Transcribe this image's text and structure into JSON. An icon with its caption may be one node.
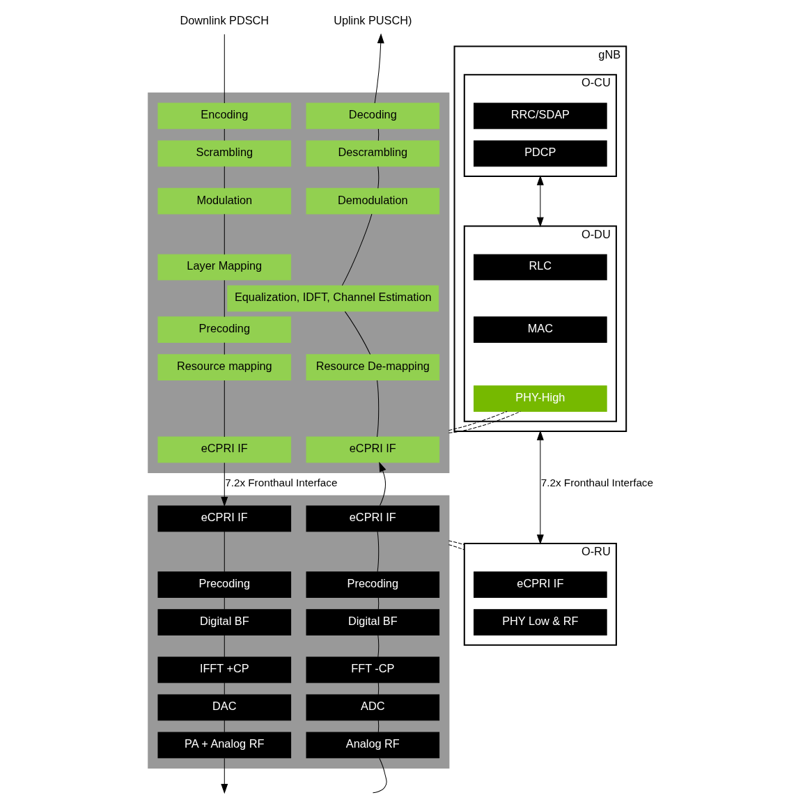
{
  "diagram": {
    "nodes": [
      {
        "text": [
          "Downlink PDSCH"
        ]
      },
      {
        "text": [
          "Uplink PUSCH)"
        ]
      },
      {
        "text": [
          "gNB"
        ]
      },
      {
        "text": [
          "O-CU"
        ],
        "in": 2
      },
      {
        "text": [
          "RRC/SDAP"
        ],
        "in": 3
      },
      {
        "text": [
          "PDCP"
        ],
        "in": 3
      },
      {
        "text": [
          "O-DU"
        ],
        "in": 2
      },
      {
        "text": [
          "RLC"
        ],
        "in": 6
      },
      {
        "text": [
          "MAC"
        ],
        "in": 6
      },
      {
        "text": [
          "PHY-High"
        ],
        "in": 6
      },
      {
        "text": [],
        "shape": "box"
      },
      {
        "text": [
          "Encoding"
        ],
        "in": 10
      },
      {
        "text": [
          "Scrambling"
        ],
        "in": 10
      },
      {
        "text": [
          "Modulation"
        ],
        "in": 10
      },
      {
        "text": [
          "Layer Mapping"
        ],
        "in": 10
      },
      {
        "text": [
          "Precoding"
        ],
        "in": 10
      },
      {
        "text": [
          "Resource mapping"
        ],
        "in": 10
      },
      {
        "text": [
          "eCPRI IF"
        ],
        "in": 10
      },
      {
        "text": [
          "Decoding"
        ],
        "in": 10
      },
      {
        "text": [
          "Descrambling"
        ],
        "in": 10
      },
      {
        "text": [
          "Demodulation"
        ],
        "in": 10
      },
      {
        "text": [
          "Equalization, IDFT, Channel Estimation"
        ],
        "in": 10
      },
      {
        "text": [
          "Resource De-mapping"
        ],
        "in": 10
      },
      {
        "text": [
          "eCPRI IF"
        ],
        "in": 10
      },
      {
        "text": [],
        "shape": "box"
      },
      {
        "text": [
          "eCPRI IF"
        ],
        "in": 24
      },
      {
        "text": [
          "Precoding"
        ],
        "in": 24
      },
      {
        "text": [
          "Digital BF"
        ],
        "in": 24
      },
      {
        "text": [
          "IFFT +CP"
        ],
        "in": 24
      },
      {
        "text": [
          "DAC"
        ],
        "in": 24
      },
      {
        "text": [
          "PA + Analog RF"
        ],
        "in": 24
      },
      {
        "text": [
          "eCPRI IF"
        ],
        "in": 24
      },
      {
        "text": [
          "Precoding"
        ],
        "in": 24
      },
      {
        "text": [
          "Digital BF"
        ],
        "in": 24
      },
      {
        "text": [
          "FFT -CP"
        ],
        "in": 24
      },
      {
        "text": [
          "ADC"
        ],
        "in": 24
      },
      {
        "text": [
          "Analog RF"
        ],
        "in": 24
      },
      {
        "text": [
          "O-RU"
        ]
      },
      {
        "text": [
          "eCPRI IF"
        ],
        "in": 37
      },
      {
        "text": [
          "PHY Low & RF"
        ],
        "in": 37
      }
    ],
    "edges": [
      {
        "from": 0,
        "to": 11,
        "arrow": "none"
      },
      {
        "from": 11,
        "to": 12,
        "arrow": "none"
      },
      {
        "from": 12,
        "to": 13,
        "arrow": "none"
      },
      {
        "from": 13,
        "to": 14,
        "arrow": "none"
      },
      {
        "from": 14,
        "to": 15,
        "arrow": "none"
      },
      {
        "from": 15,
        "to": 16,
        "arrow": "none"
      },
      {
        "from": 16,
        "to": 17,
        "arrow": "none"
      },
      {
        "from": 17,
        "to": 25,
        "arrow": "to",
        "label": "7.2x Fronthaul Interface"
      },
      {
        "from": 25,
        "to": 26,
        "arrow": "none"
      },
      {
        "from": 26,
        "to": 27,
        "arrow": "none"
      },
      {
        "from": 27,
        "to": 28,
        "arrow": "none"
      },
      {
        "from": 28,
        "to": 29,
        "arrow": "none"
      },
      {
        "from": 29,
        "to": 30,
        "arrow": "none"
      },
      {
        "from": 30,
        "to": null,
        "arrow": "to"
      },
      {
        "from": null,
        "to": 36,
        "arrow": "none"
      },
      {
        "from": 36,
        "to": 35,
        "arrow": "none"
      },
      {
        "from": 35,
        "to": 34,
        "arrow": "none"
      },
      {
        "from": 34,
        "to": 33,
        "arrow": "none"
      },
      {
        "from": 33,
        "to": 32,
        "arrow": "none"
      },
      {
        "from": 32,
        "to": 31,
        "arrow": "none"
      },
      {
        "from": 31,
        "to": 23,
        "arrow": "to"
      },
      {
        "from": 23,
        "to": 22,
        "arrow": "none"
      },
      {
        "from": 22,
        "to": 21,
        "arrow": "none"
      },
      {
        "from": 21,
        "to": 20,
        "arrow": "none"
      },
      {
        "from": 20,
        "to": 19,
        "arrow": "none"
      },
      {
        "from": 19,
        "to": 18,
        "arrow": "none"
      },
      {
        "from": 18,
        "to": 1,
        "arrow": "to"
      },
      {
        "from": 3,
        "to": 6,
        "arrow": "both"
      },
      {
        "from": 2,
        "to": 37,
        "arrow": "both",
        "label": "7.2x Fronthaul Interface"
      },
      {
        "from": 10,
        "to": 9,
        "arrow": "none",
        "style": "dashed"
      },
      {
        "from": 10,
        "to": 9,
        "arrow": "none",
        "style": "dashed"
      },
      {
        "from": 24,
        "to": 37,
        "arrow": "none",
        "style": "dashed"
      },
      {
        "from": 24,
        "to": 37,
        "arrow": "none",
        "style": "dashed"
      }
    ]
  }
}
